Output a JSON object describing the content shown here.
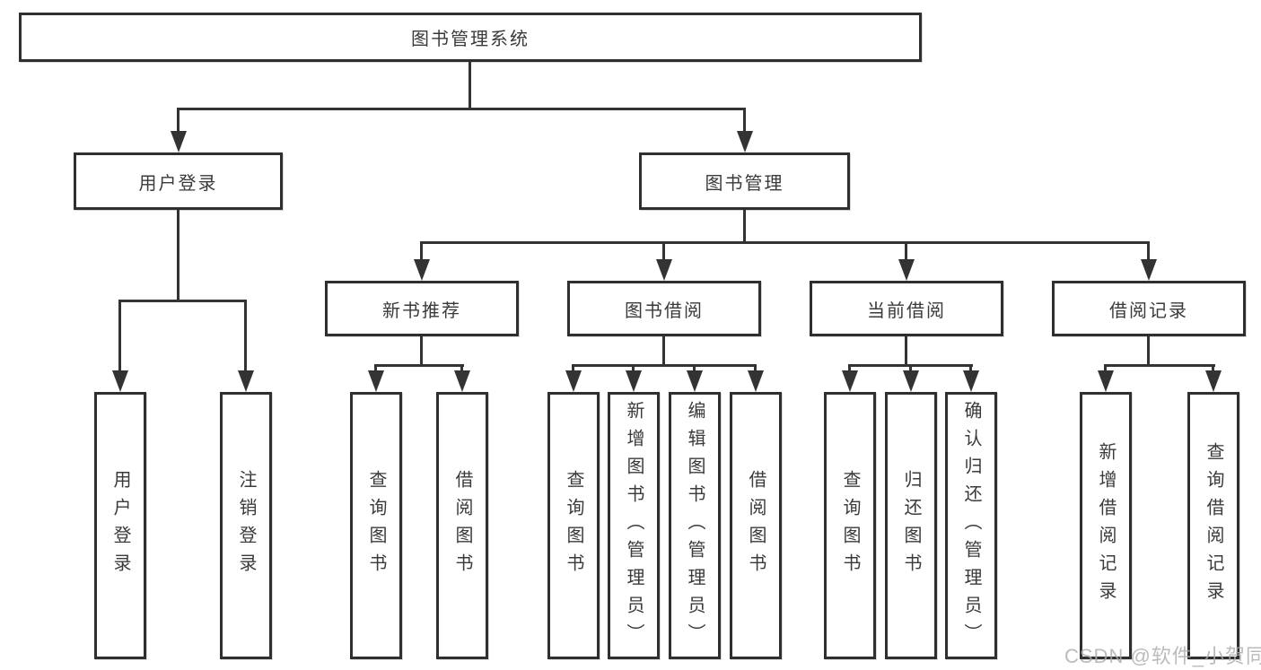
{
  "diagram": {
    "title": "图书管理系统",
    "type": "hierarchy-diagram",
    "watermark": "CSDN @软件_小贺同学",
    "colors": {
      "line": "#333333",
      "box_border": "#2f2f2f",
      "text": "#3a3a3a",
      "background": "#ffffff",
      "watermark": "#acacac"
    }
  },
  "nodes": {
    "root": {
      "label": "图书管理系统"
    },
    "login_group": {
      "label": "用户登录"
    },
    "book_mgmt": {
      "label": "图书管理"
    },
    "new_book_rec": {
      "label": "新书推荐"
    },
    "book_borrow": {
      "label": "图书借阅"
    },
    "current_borrow": {
      "label": "当前借阅"
    },
    "borrow_records": {
      "label": "借阅记录"
    },
    "leaf_user_login": {
      "label": "用户登录"
    },
    "leaf_logout": {
      "label": "注销登录"
    },
    "rec_query_books": {
      "label": "查询图书"
    },
    "rec_borrow_books": {
      "label": "借阅图书"
    },
    "bb_query_books": {
      "label": "查询图书"
    },
    "bb_add_books": {
      "label": "新增图书（管理员）"
    },
    "bb_edit_books": {
      "label": "编辑图书（管理员）"
    },
    "bb_borrow_books": {
      "label": "借阅图书"
    },
    "cb_query_books": {
      "label": "查询图书"
    },
    "cb_return_books": {
      "label": "归还图书"
    },
    "cb_confirm_return": {
      "label": "确认归还（管理员）"
    },
    "br_add_record": {
      "label": "新增借阅记录"
    },
    "br_query_record": {
      "label": "查询借阅记录"
    }
  }
}
